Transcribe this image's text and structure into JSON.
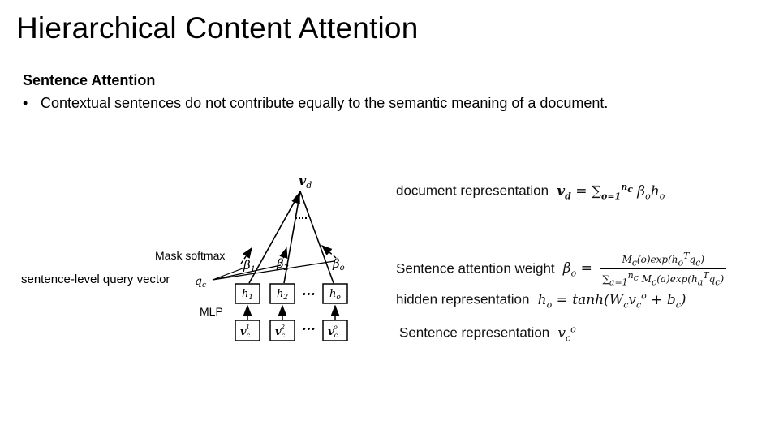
{
  "slide": {
    "title": "Hierarchical Content Attention",
    "section_heading": "Sentence Attention",
    "bullet": "Contextual sentences do not contribute equally to the semantic meaning of a document."
  },
  "diagram": {
    "mask_softmax_label": "Mask softmax",
    "mlp_label": "MLP",
    "query_label": "sentence-level query vector",
    "top_node": "v_d",
    "ellipsis": "..."
  },
  "formulas": {
    "document_text": "document representation",
    "weight_text": "Sentence attention weight",
    "hidden_text": "hidden representation",
    "sentence_text": "Sentence representation"
  }
}
